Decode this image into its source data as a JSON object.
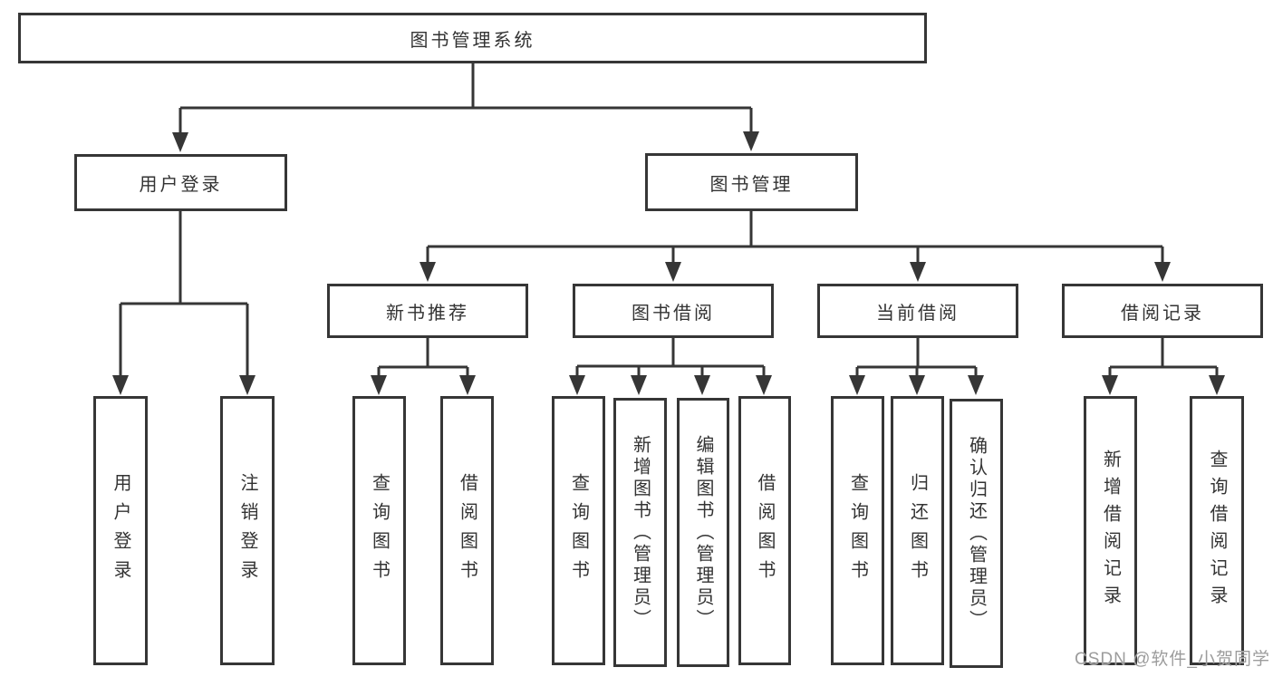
{
  "diagram": {
    "title": "图书管理系统",
    "branches": [
      {
        "label": "用户登录",
        "children": [
          {
            "label": "用户登录"
          },
          {
            "label": "注销登录"
          }
        ]
      },
      {
        "label": "图书管理",
        "children": [
          {
            "label": "新书推荐",
            "children": [
              {
                "label": "查询图书"
              },
              {
                "label": "借阅图书"
              }
            ]
          },
          {
            "label": "图书借阅",
            "children": [
              {
                "label": "查询图书"
              },
              {
                "label": "新增图书（管理员）"
              },
              {
                "label": "编辑图书（管理员）"
              },
              {
                "label": "借阅图书"
              }
            ]
          },
          {
            "label": "当前借阅",
            "children": [
              {
                "label": "查询图书"
              },
              {
                "label": "归还图书"
              },
              {
                "label": "确认归还（管理员）"
              }
            ]
          },
          {
            "label": "借阅记录",
            "children": [
              {
                "label": "新增借阅记录"
              },
              {
                "label": "查询借阅记录"
              }
            ]
          }
        ]
      }
    ]
  },
  "watermark": {
    "text": "CSDN @软件_小贺同学"
  },
  "colors": {
    "line": "#363636",
    "box_border": "#363636",
    "text": "#333333",
    "background": "#ffffff",
    "watermark": "#9c9c9c"
  }
}
